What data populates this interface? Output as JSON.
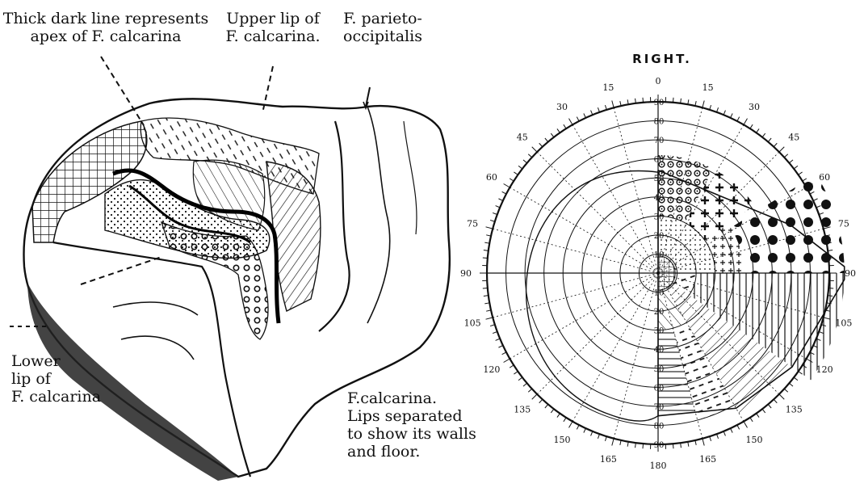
{
  "brain_figure": {
    "label_apex": [
      "Thick dark line represents",
      "apex of F. calcarina"
    ],
    "label_upper_lip": [
      "Upper lip of",
      "F. calcarina."
    ],
    "label_parieto": [
      "F. parieto-",
      "occipitalis"
    ],
    "label_lower_lip": [
      "Lower",
      "lip of",
      "F. calcarina"
    ],
    "label_calcarina": [
      "F.calcarina.",
      "Lips separated",
      "to show its walls",
      "and floor."
    ]
  },
  "field_chart": {
    "title": "RIGHT.",
    "angle_labels": [
      {
        "deg": 0,
        "text": "0"
      },
      {
        "deg": 15,
        "text": "15"
      },
      {
        "deg": 30,
        "text": "30"
      },
      {
        "deg": 45,
        "text": "45"
      },
      {
        "deg": 60,
        "text": "60"
      },
      {
        "deg": 75,
        "text": "75"
      },
      {
        "deg": 90,
        "text": "90"
      },
      {
        "deg": 105,
        "text": "105"
      },
      {
        "deg": 120,
        "text": "120"
      },
      {
        "deg": 135,
        "text": "135"
      },
      {
        "deg": 150,
        "text": "150"
      },
      {
        "deg": 165,
        "text": "165"
      },
      {
        "deg": 180,
        "text": "180"
      },
      {
        "deg": 195,
        "text": "165"
      },
      {
        "deg": 210,
        "text": "150"
      },
      {
        "deg": 225,
        "text": "135"
      },
      {
        "deg": 240,
        "text": "120"
      },
      {
        "deg": 255,
        "text": "105"
      },
      {
        "deg": 270,
        "text": "90"
      },
      {
        "deg": 285,
        "text": "75"
      },
      {
        "deg": 300,
        "text": "60"
      },
      {
        "deg": 315,
        "text": "45"
      },
      {
        "deg": 330,
        "text": "30"
      },
      {
        "deg": 345,
        "text": "15"
      }
    ],
    "radius_labels_up": [
      "10",
      "20",
      "30",
      "40",
      "50",
      "60",
      "70",
      "80",
      "90"
    ],
    "radius_labels_down": [
      "10",
      "20",
      "30",
      "40",
      "50",
      "60",
      "70",
      "80",
      "90"
    ]
  }
}
